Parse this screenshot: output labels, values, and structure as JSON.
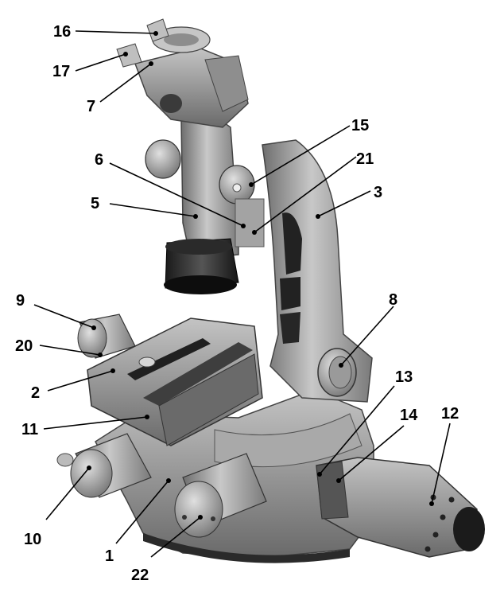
{
  "figure": {
    "type": "labeled instrument photograph (grayscale)",
    "subject": "microscope with stage, eyepiece head, column and lamp housing"
  },
  "callouts": [
    {
      "id": "c16",
      "text": "16"
    },
    {
      "id": "c17",
      "text": "17"
    },
    {
      "id": "c7",
      "text": "7"
    },
    {
      "id": "c15",
      "text": "15"
    },
    {
      "id": "c6",
      "text": "6"
    },
    {
      "id": "c21",
      "text": "21"
    },
    {
      "id": "c5",
      "text": "5"
    },
    {
      "id": "c3",
      "text": "3"
    },
    {
      "id": "c9",
      "text": "9"
    },
    {
      "id": "c8",
      "text": "8"
    },
    {
      "id": "c20",
      "text": "20"
    },
    {
      "id": "c13",
      "text": "13"
    },
    {
      "id": "c2",
      "text": "2"
    },
    {
      "id": "c12",
      "text": "12"
    },
    {
      "id": "c14",
      "text": "14"
    },
    {
      "id": "c11",
      "text": "11"
    },
    {
      "id": "c10",
      "text": "10"
    },
    {
      "id": "c1",
      "text": "1"
    },
    {
      "id": "c22",
      "text": "22"
    }
  ],
  "colors": {
    "background": "#ffffff",
    "metal_light": "#b9b9b9",
    "metal_mid": "#8c8c8c",
    "metal_dark": "#4a4a4a",
    "black_parts": "#111111",
    "label": "#000000"
  }
}
